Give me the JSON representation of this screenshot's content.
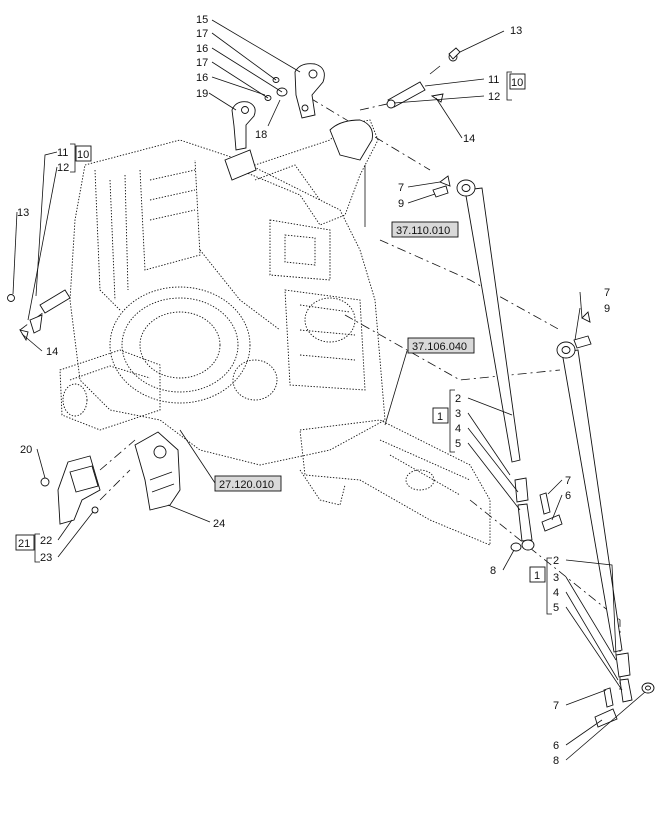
{
  "diagram": {
    "callouts": {
      "c13_top": "13",
      "c11_top": "11",
      "c12_top": "12",
      "c10_top": "10",
      "c14_top": "14",
      "c15": "15",
      "c17_a": "17",
      "c16_a": "16",
      "c17_b": "17",
      "c16_b": "16",
      "c19": "19",
      "c18": "18",
      "c11_left": "11",
      "c12_left": "12",
      "c10_left": "10",
      "c13_left": "13",
      "c14_left": "14",
      "c7_a": "7",
      "c9_a": "9",
      "c7_b": "7",
      "c9_b": "9",
      "c1_a": "1",
      "c2_a": "2",
      "c3_a": "3",
      "c4_a": "4",
      "c5_a": "5",
      "c7_c": "7",
      "c6_a": "6",
      "c8_a": "8",
      "c1_b": "1",
      "c2_b": "2",
      "c3_b": "3",
      "c4_b": "4",
      "c5_b": "5",
      "c7_d": "7",
      "c6_b": "6",
      "c8_b": "8",
      "c20": "20",
      "c21": "21",
      "c22": "22",
      "c23": "23",
      "c24": "24"
    },
    "references": {
      "ref_37110010": "37.110.010",
      "ref_37106040": "37.106.040",
      "ref_27120010": "27.120.010"
    }
  }
}
